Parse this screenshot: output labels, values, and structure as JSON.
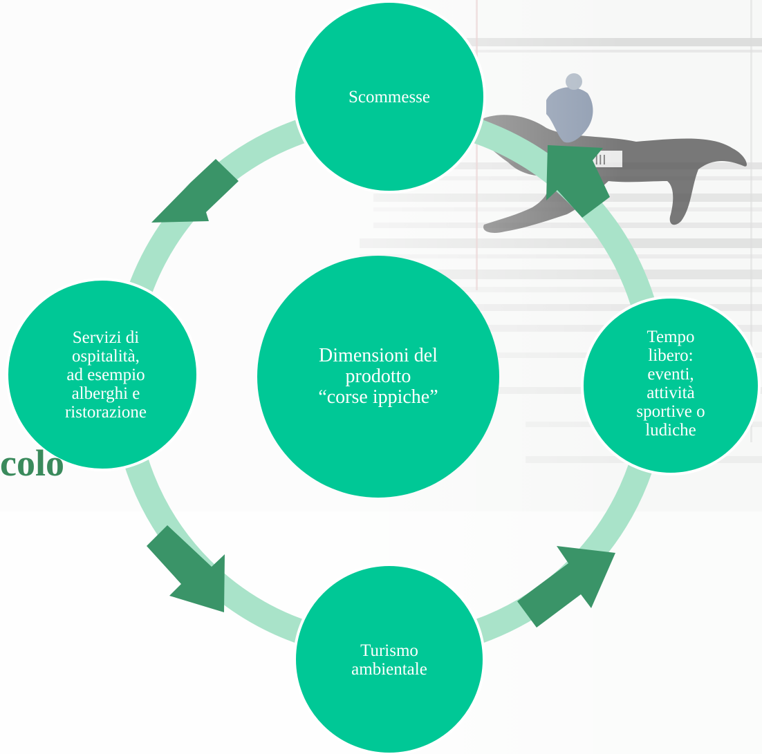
{
  "colors": {
    "node": "#00c896",
    "ring": "#a9e3c9",
    "arrow": "#3a9468",
    "side_text": "#3a8a5c",
    "node_text": "#ffffff"
  },
  "side_text": "colo",
  "center": {
    "label": "Dimensioni del\nprodotto\n“corse ippiche”"
  },
  "nodes": [
    {
      "id": "top",
      "label": "Scommesse"
    },
    {
      "id": "left",
      "label": "Servizi di\nospitalità,\nad esempio\nalberghi e\nristorazione"
    },
    {
      "id": "right",
      "label": "Tempo\nlibero:\neventi,\nattività\nsportive o\nludiche"
    },
    {
      "id": "bottom",
      "label": "Turismo\nambientale"
    }
  ],
  "background_image": {
    "icon": "horse-racing-photo"
  }
}
